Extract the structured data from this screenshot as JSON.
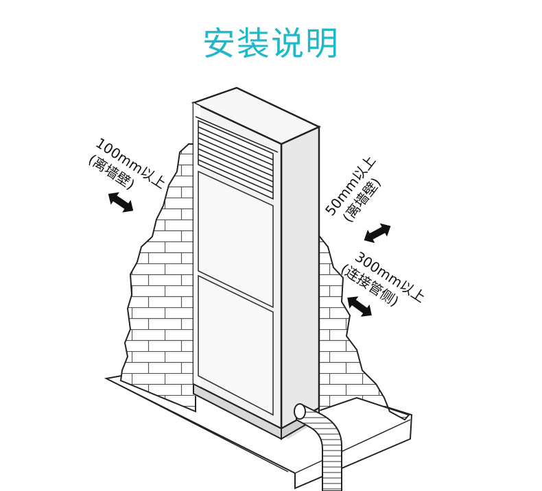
{
  "title": "安装说明",
  "colors": {
    "title": "#1fb8c9",
    "line": "#222222",
    "unit_face": "#f4f4f4",
    "unit_side": "#e7e7e7",
    "brick": "#555555"
  },
  "labels": {
    "left": {
      "distance": "100mm以上",
      "note": "(离墙壁)"
    },
    "right_top": {
      "distance": "50mm以上",
      "note": "(离墙壁)"
    },
    "right_bottom": {
      "distance": "300mm以上",
      "note": "(连接管侧)"
    }
  },
  "icons": [
    "double-arrow-icon"
  ]
}
